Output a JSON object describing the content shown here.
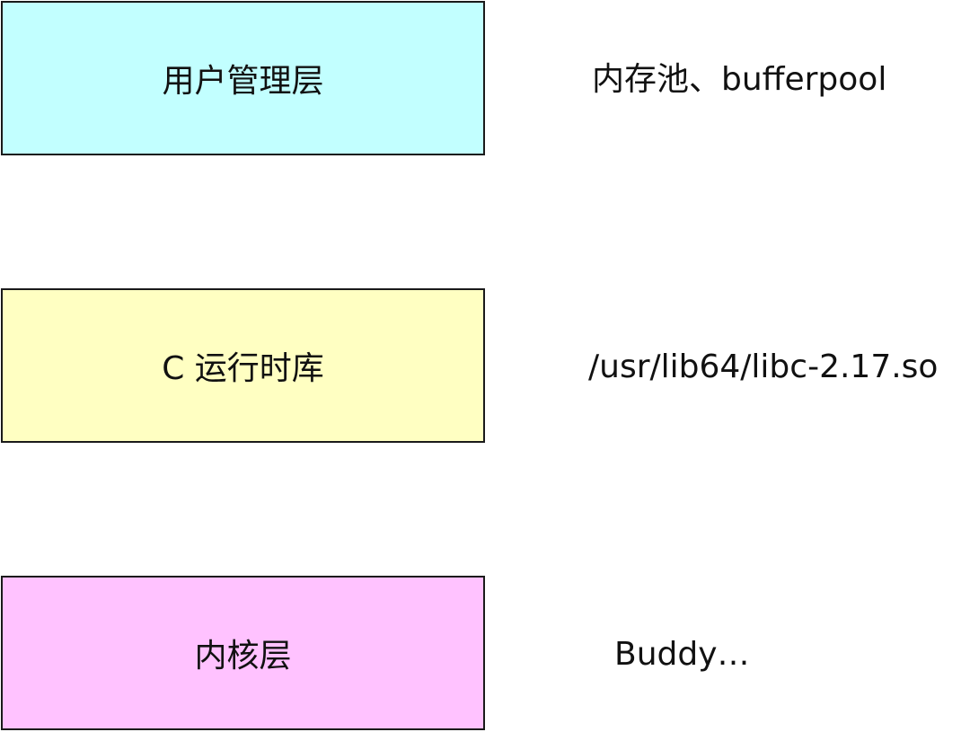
{
  "layers": [
    {
      "label": "用户管理层",
      "note": "内存池、bufferpool",
      "fill": "#c2ffff"
    },
    {
      "label": "C 运行时库",
      "note": "/usr/lib64/libc-2.17.so",
      "fill": "#ffffc2"
    },
    {
      "label": "内核层",
      "note": "Buddy…",
      "fill": "#ffc2ff"
    }
  ]
}
